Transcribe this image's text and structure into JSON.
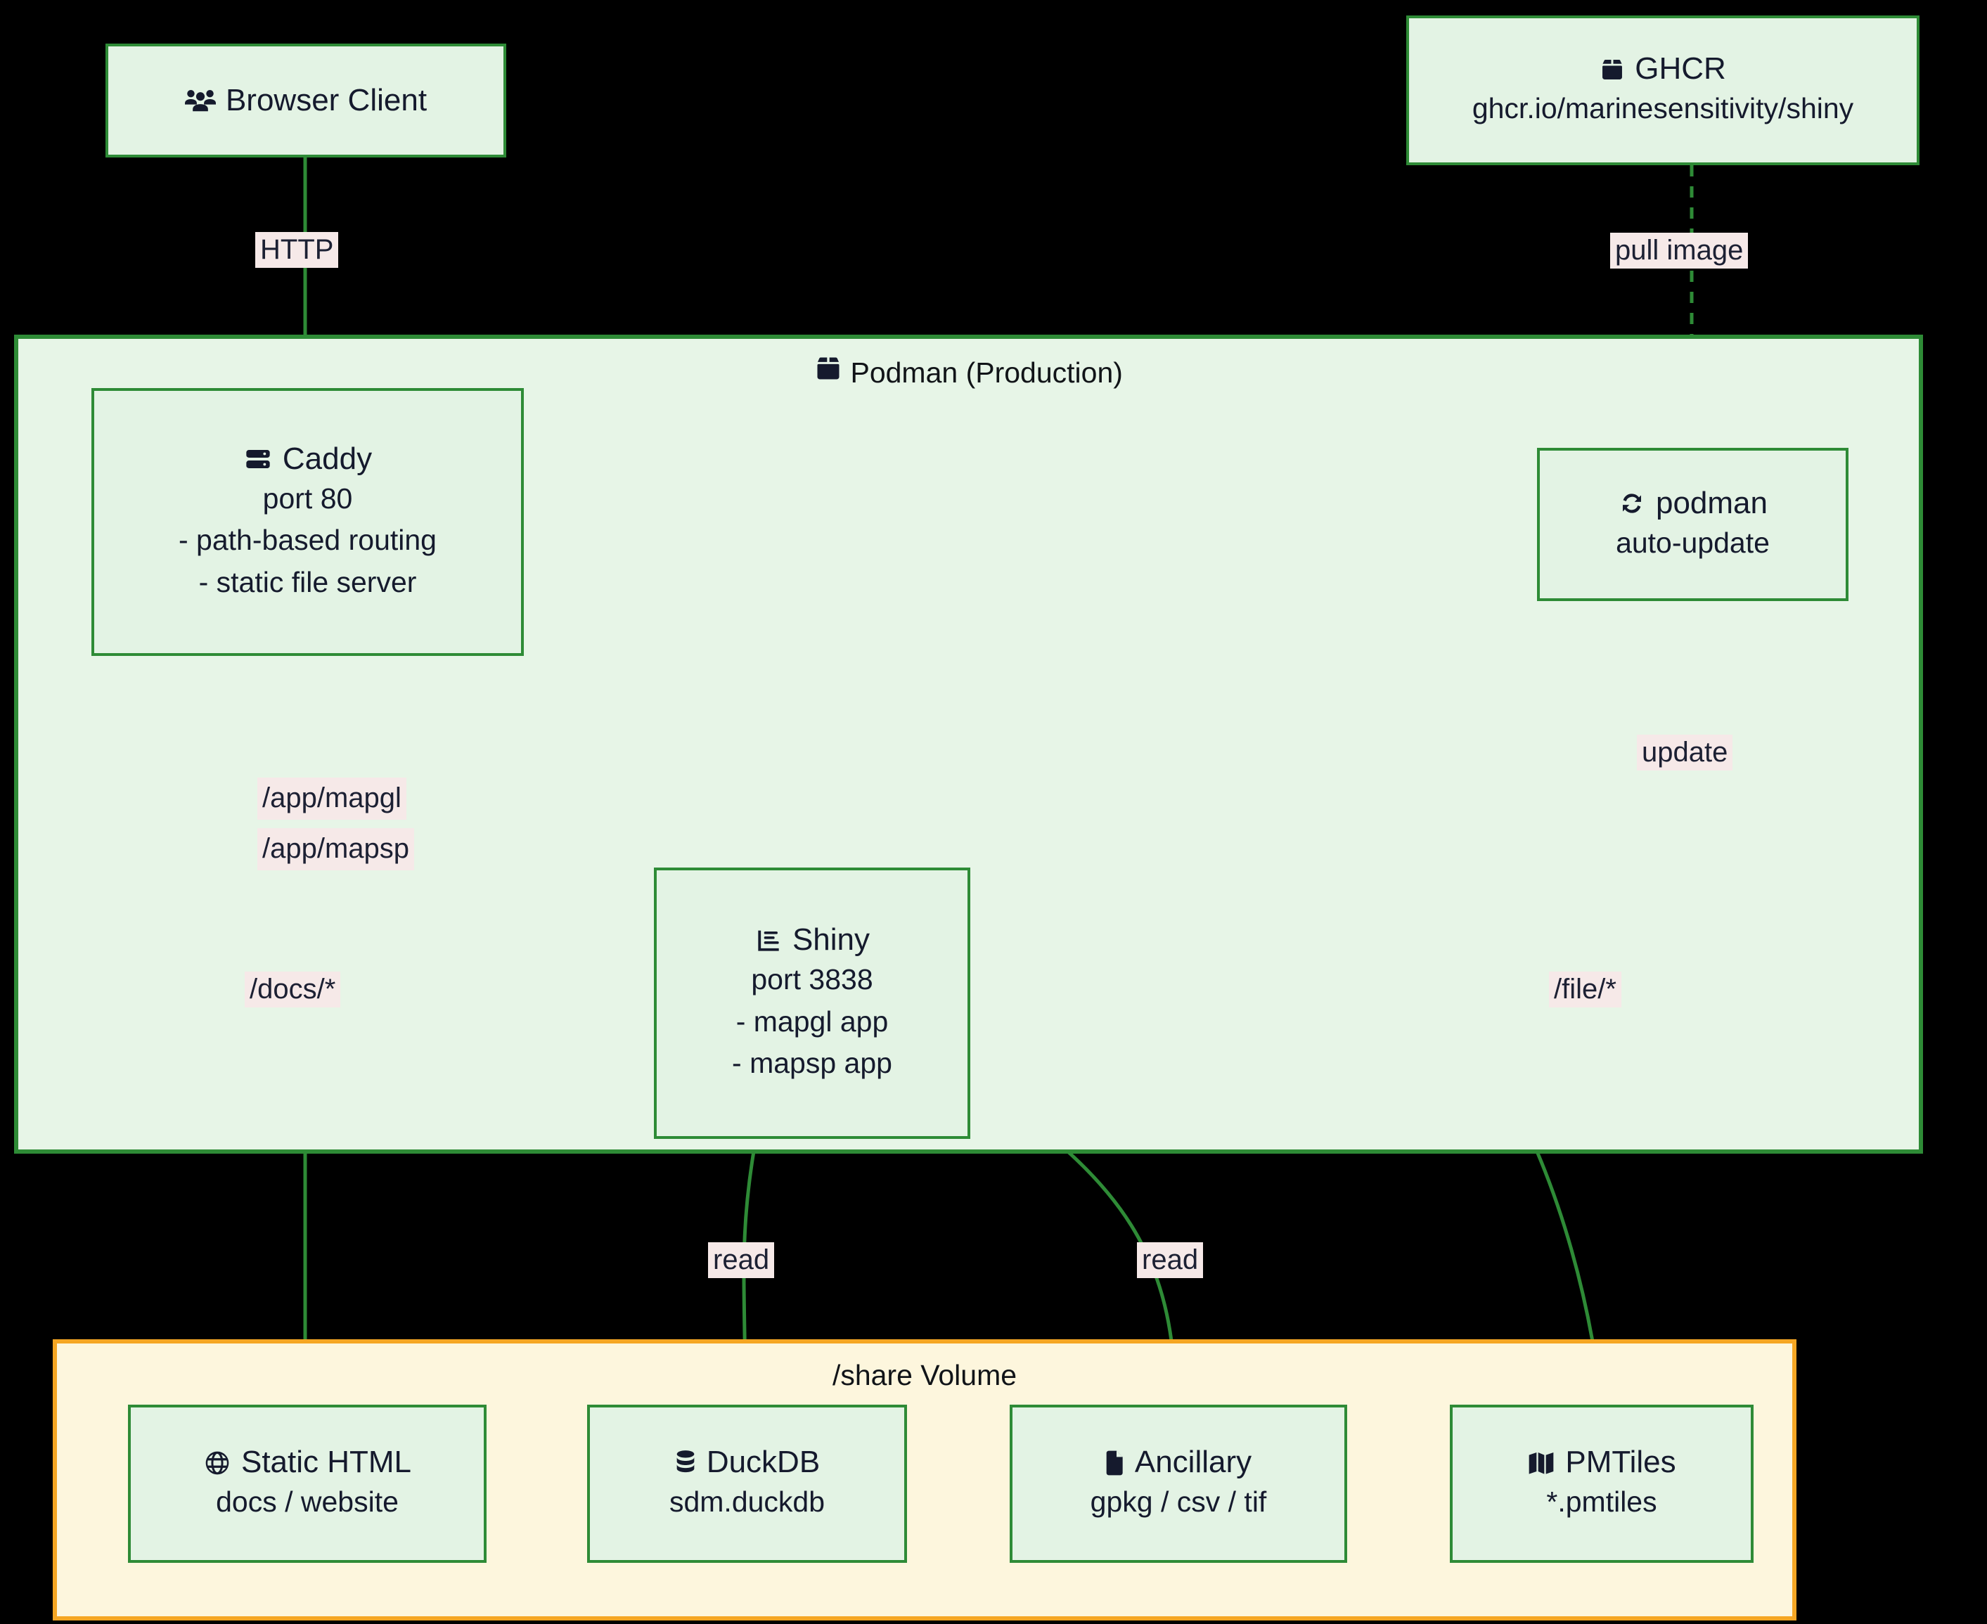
{
  "diagram": {
    "title": "Podman production deployment architecture",
    "colors": {
      "node_fill": "#e3f3e4",
      "node_border": "#2e8b36",
      "podman_cluster_fill": "#e7f5e7",
      "podman_cluster_border": "#2e8b36",
      "share_cluster_fill": "#fdf6dd",
      "share_cluster_border": "#f5a623",
      "edge": "#2e8b36",
      "edge_label_bg": "#f6e9e8",
      "text": "#151a2d",
      "background": "#000000"
    }
  },
  "clusters": {
    "podman": {
      "label": "Podman (Production)",
      "icon": "box-icon"
    },
    "share": {
      "label": "/share Volume",
      "icon": "none"
    }
  },
  "nodes": {
    "browser": {
      "icon": "users-icon",
      "title": "Browser Client",
      "sub": []
    },
    "ghcr": {
      "icon": "box-icon",
      "title": "GHCR",
      "sub": [
        "ghcr.io/marinesensitivity/shiny"
      ]
    },
    "caddy": {
      "icon": "server-icon",
      "title": "Caddy",
      "sub": [
        "port 80",
        "- path-based routing",
        "- static file server"
      ]
    },
    "autoupdate": {
      "icon": "sync-icon",
      "title": "podman",
      "sub": [
        "auto-update"
      ]
    },
    "shiny": {
      "icon": "chart-bar-icon",
      "title": "Shiny",
      "sub": [
        "port 3838",
        "- mapgl app",
        "- mapsp app"
      ]
    },
    "statichtml": {
      "icon": "globe-icon",
      "title": "Static HTML",
      "sub": [
        "docs / website"
      ]
    },
    "duckdb": {
      "icon": "database-icon",
      "title": "DuckDB",
      "sub": [
        "sdm.duckdb"
      ]
    },
    "ancillary": {
      "icon": "file-icon",
      "title": "Ancillary",
      "sub": [
        "gpkg / csv / tif"
      ]
    },
    "pmtiles": {
      "icon": "map-icon",
      "title": "PMTiles",
      "sub": [
        "*.pmtiles"
      ]
    }
  },
  "edges": [
    {
      "id": "e-http",
      "from": "browser",
      "to": "caddy",
      "label": "HTTP",
      "style": "solid"
    },
    {
      "id": "e-pull",
      "from": "ghcr",
      "to": "autoupdate",
      "label": "pull image",
      "style": "dashed"
    },
    {
      "id": "e-update",
      "from": "autoupdate",
      "to": "shiny",
      "label": "update",
      "style": "dashed"
    },
    {
      "id": "e-appmapgl",
      "from": "caddy",
      "to": "shiny",
      "label": "/app/mapgl\n/app/mapsp",
      "style": "solid"
    },
    {
      "id": "e-docs",
      "from": "caddy",
      "to": "statichtml",
      "label": "/docs/*",
      "style": "solid"
    },
    {
      "id": "e-file",
      "from": "caddy",
      "to": "pmtiles",
      "label": "/file/*",
      "style": "solid"
    },
    {
      "id": "e-read-db",
      "from": "shiny",
      "to": "duckdb",
      "label": "read",
      "style": "solid"
    },
    {
      "id": "e-read-anc",
      "from": "shiny",
      "to": "ancillary",
      "label": "read",
      "style": "solid"
    }
  ],
  "edge_labels": {
    "http": "HTTP",
    "pull_image": "pull image",
    "update": "update",
    "app_mapgl": "/app/mapgl",
    "app_mapsp": "/app/mapsp",
    "docs": "/docs/*",
    "file": "/file/*",
    "read_duckdb": "read",
    "read_ancillary": "read"
  }
}
